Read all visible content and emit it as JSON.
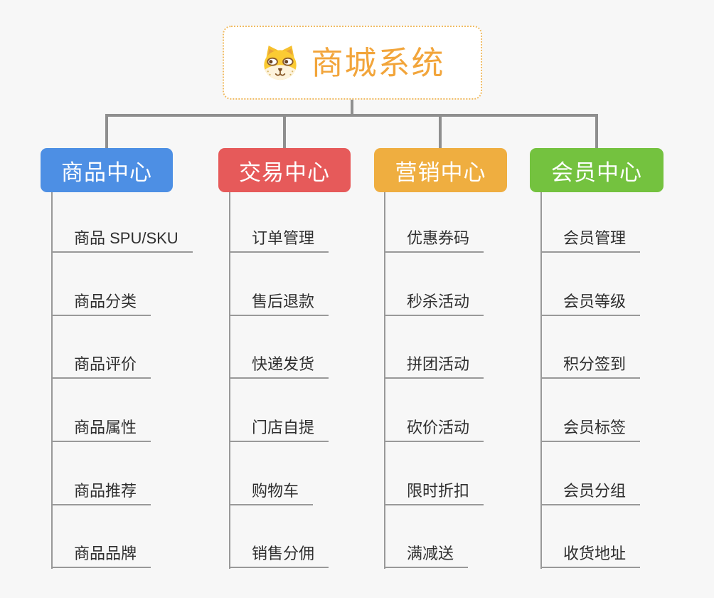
{
  "root": {
    "title": "商城系统",
    "icon": "dog-face-icon"
  },
  "branches": [
    {
      "label": "商品中心",
      "color": "#4d8fe4",
      "items": [
        "商品 SPU/SKU",
        "商品分类",
        "商品评价",
        "商品属性",
        "商品推荐",
        "商品品牌"
      ]
    },
    {
      "label": "交易中心",
      "color": "#e65a5a",
      "items": [
        "订单管理",
        "售后退款",
        "快递发货",
        "门店自提",
        "购物车",
        "销售分佣"
      ]
    },
    {
      "label": "营销中心",
      "color": "#efae40",
      "items": [
        "优惠券码",
        "秒杀活动",
        "拼团活动",
        "砍价活动",
        "限时折扣",
        "满减送"
      ]
    },
    {
      "label": "会员中心",
      "color": "#74c23f",
      "items": [
        "会员管理",
        "会员等级",
        "积分签到",
        "会员标签",
        "会员分组",
        "收货地址"
      ]
    }
  ],
  "colors": {
    "background": "#f7f7f7",
    "connector": "#8f8f8f",
    "underline": "#999999",
    "root_border": "#f0bc64",
    "root_text": "#f2a53b",
    "leaf_text": "#2f2f2f"
  }
}
